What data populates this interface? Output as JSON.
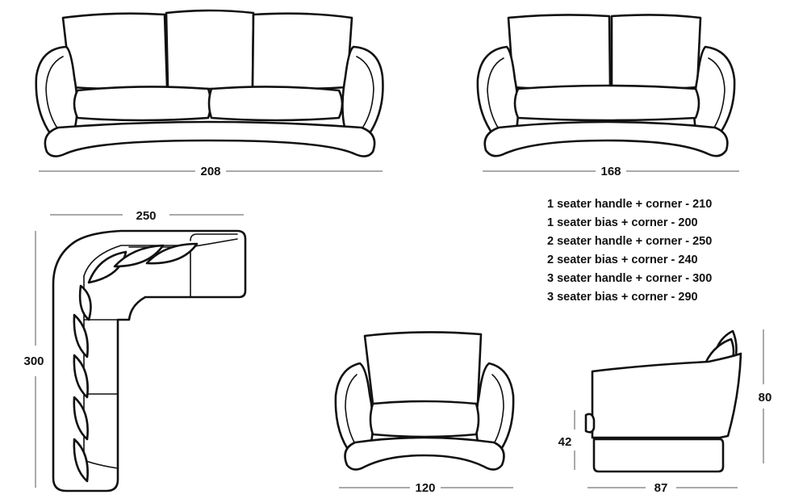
{
  "dimensions": {
    "sofa3_width": "208",
    "sofa2_width": "168",
    "corner_width": "250",
    "corner_depth": "300",
    "chair_width": "120",
    "side_depth": "87",
    "side_height": "80",
    "seat_height": "42"
  },
  "specs": [
    "1 seater handle + corner - 210",
    "1 seater bias + corner - 200",
    "2 seater handle + corner - 250",
    "2 seater bias + corner - 240",
    "3 seater handle + corner - 300",
    "3 seater bias + corner - 290"
  ]
}
